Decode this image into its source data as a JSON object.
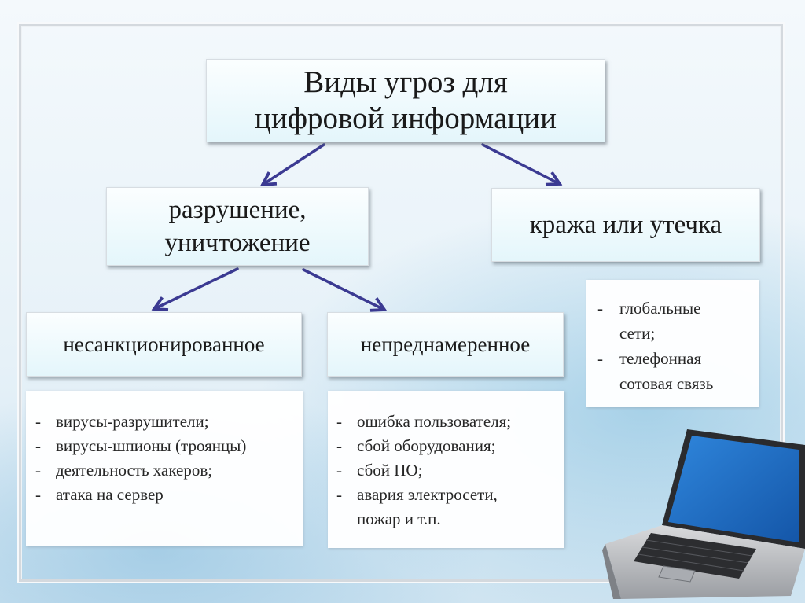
{
  "root": {
    "line1": "Виды угроз для",
    "line2": "цифровой информации"
  },
  "branch_destruction": {
    "line1": "разрушение,",
    "line2": "уничтожение"
  },
  "branch_theft": {
    "label": "кража или утечка"
  },
  "sub_unauthorized": {
    "label": "несанкционированное"
  },
  "sub_unintentional": {
    "label": "непреднамеренное"
  },
  "unauthorized_items": [
    "вирусы-разрушители;",
    "вирусы-шпионы (троянцы)",
    "деятельность хакеров;",
    "атака на сервер"
  ],
  "unintentional_items": [
    "ошибка пользователя;",
    "сбой оборудования;",
    "сбой ПО;",
    "авария электросети,",
    "пожар и т.п."
  ],
  "theft_items": [
    "глобальные",
    "сети;",
    "телефонная",
    "сотовая связь"
  ],
  "colors": {
    "arrow": "#3b3a92",
    "box_bg": "#e4f6fb",
    "laptop_screen": "#1f6fc4"
  }
}
